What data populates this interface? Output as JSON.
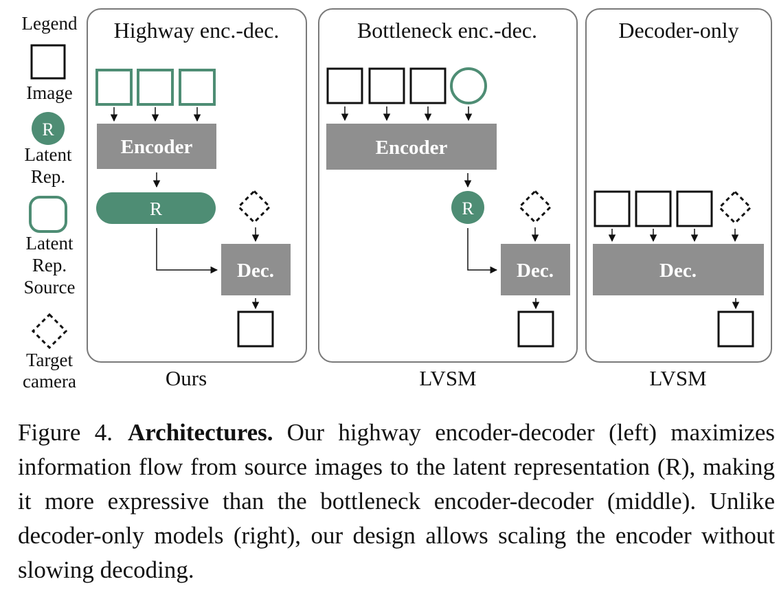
{
  "colors": {
    "accent_green": "#4e8d74",
    "block_gray": "#8f8f8f",
    "panel_border": "#7a7a7a",
    "ink": "#111111"
  },
  "legend": {
    "heading": "Legend",
    "image_label": "Image",
    "latent_rep_line1": "Latent",
    "latent_rep_line2": "Rep.",
    "latent_source_line1": "Latent",
    "latent_source_line2": "Rep.",
    "latent_source_line3": "Source",
    "target_line1": "Target",
    "target_line2": "camera",
    "r_letter": "R"
  },
  "panels": {
    "highway": {
      "title": "Highway enc.-dec.",
      "encoder": "Encoder",
      "latent": "R",
      "decoder": "Dec.",
      "footer": "Ours"
    },
    "bottleneck": {
      "title": "Bottleneck enc.-dec.",
      "encoder": "Encoder",
      "latent": "R",
      "decoder": "Dec.",
      "footer": "LVSM"
    },
    "decoder_only": {
      "title": "Decoder-only",
      "decoder": "Dec.",
      "footer": "LVSM"
    }
  },
  "caption": {
    "figure_number": "Figure 4.",
    "title": "Architectures.",
    "body": "Our highway encoder-decoder (left) maximizes information flow from source images to the latent representation (R), making it more expressive than the bottleneck encoder-decoder (middle). Unlike decoder-only models (right), our design allows scaling the encoder without slowing decoding."
  }
}
